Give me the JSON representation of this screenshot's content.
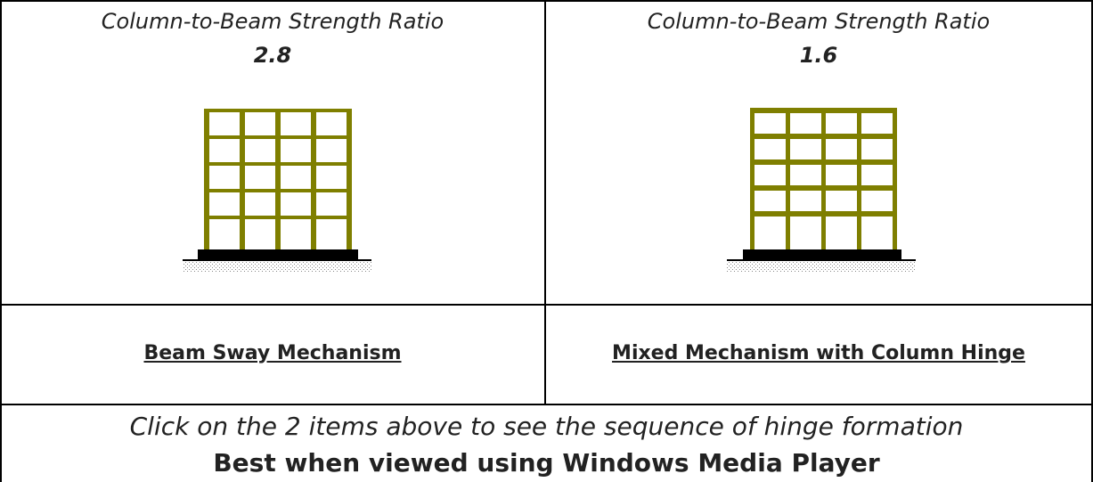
{
  "cells": [
    {
      "title": "Column-to-Beam Strength Ratio",
      "ratio": "2.8",
      "mechanism": "Beam Sway Mechanism"
    },
    {
      "title": "Column-to-Beam Strength Ratio",
      "ratio": "1.6",
      "mechanism": "Mixed Mechanism with Column Hinge"
    }
  ],
  "footer": {
    "instruction": "Click on the 2 items above to see the sequence of hinge formation",
    "note": "Best when viewed using Windows Media Player"
  },
  "colors": {
    "frame": "#7f7f00",
    "base": "#000000",
    "ground": "#a0a0a0"
  }
}
